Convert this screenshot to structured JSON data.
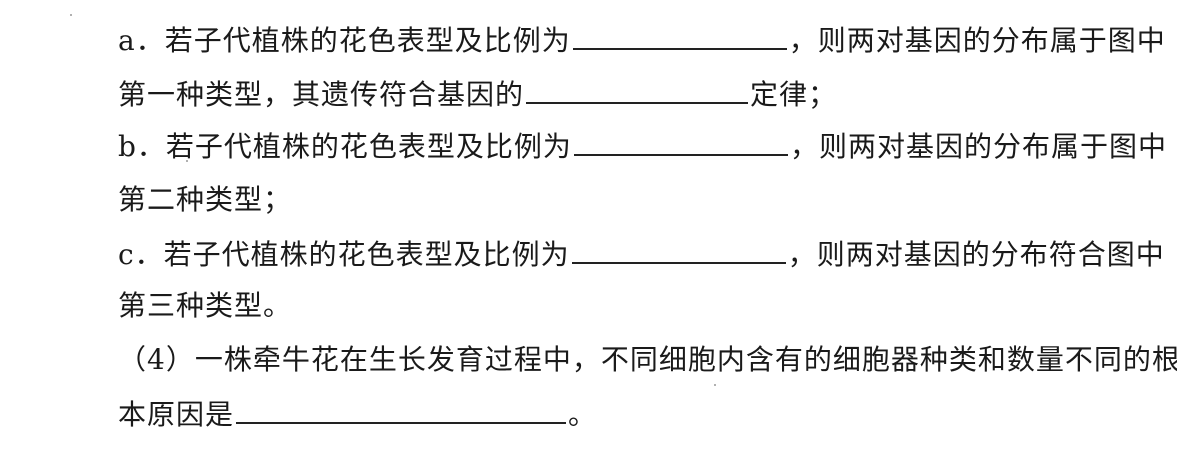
{
  "lines": {
    "a1_prefix": "a．若子代植株的花色表型及比例为",
    "a1_suffix": "，则两对基因的分布属于图中",
    "a2_prefix": "第一种类型，其遗传符合基因的",
    "a2_suffix": "定律；",
    "b1_prefix": "b．若子代植株的花色表型及比例为",
    "b1_suffix": "，则两对基因的分布属于图中",
    "b2": "第二种类型；",
    "c1_prefix": "c．若子代植株的花色表型及比例为",
    "c1_suffix": "，则两对基因的分布符合图中",
    "c2": "第三种类型。",
    "q4_1": "（4）一株牵牛花在生长发育过程中，不同细胞内含有的细胞器种类和数量不同的根",
    "q4_2_prefix": "本原因是",
    "q4_2_suffix": "。"
  }
}
